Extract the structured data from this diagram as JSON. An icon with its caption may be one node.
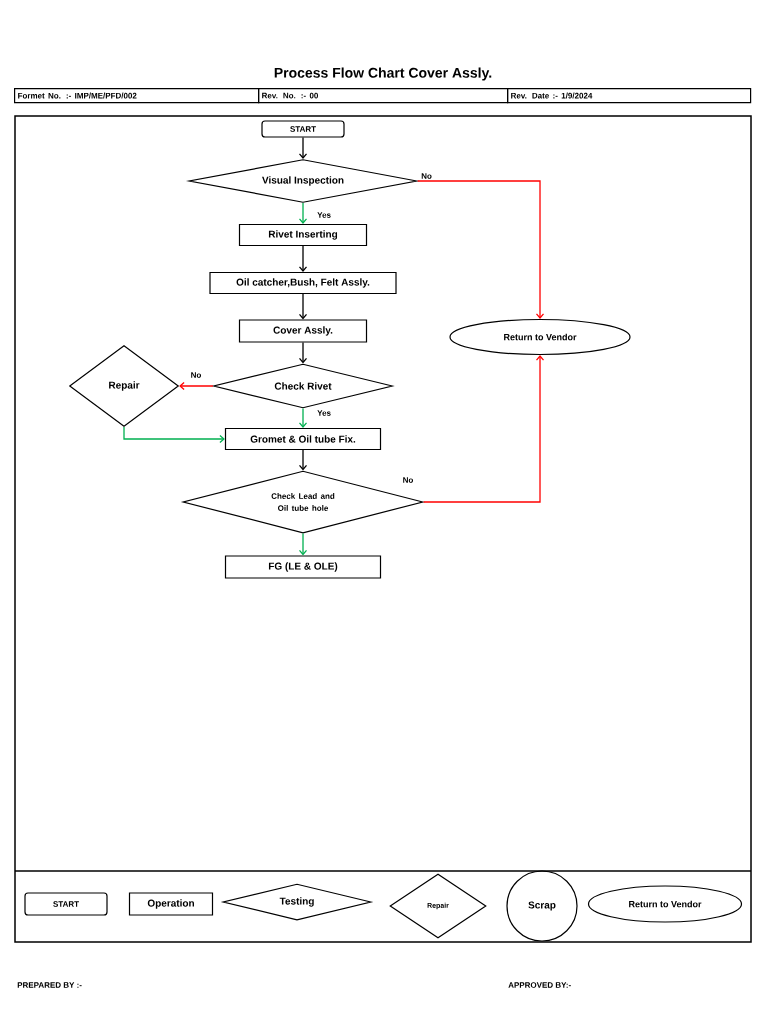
{
  "diagram": {
    "title": "Process Flow Chart Cover Assly.",
    "nodes": [
      {
        "text": [
          "START"
        ]
      },
      {
        "text": [
          "Visual Inspection"
        ]
      },
      {
        "text": [
          "Rivet Inserting"
        ]
      },
      {
        "text": [
          "Oil catcher,Bush, Felt Assly."
        ]
      },
      {
        "text": [
          "Cover Assly."
        ]
      },
      {
        "text": [
          "Return to Vendor"
        ]
      },
      {
        "text": [
          "Repair"
        ]
      },
      {
        "text": [
          "Check Rivet"
        ]
      },
      {
        "text": [
          "Gromet & Oil tube Fix."
        ]
      },
      {
        "text": [
          "Check Lead and Oil tube hole"
        ]
      },
      {
        "text": [
          "FG (LE & OLE)"
        ]
      }
    ],
    "edges": [
      {
        "from": 0,
        "to": 1,
        "arrow": "to"
      },
      {
        "from": 1,
        "to": 2,
        "arrow": "to",
        "label": "Yes",
        "color": "#00b050"
      },
      {
        "from": 1,
        "to": 5,
        "arrow": "to",
        "label": "No",
        "color": "#ff0000"
      },
      {
        "from": 2,
        "to": 3,
        "arrow": "to"
      },
      {
        "from": 3,
        "to": 4,
        "arrow": "to"
      },
      {
        "from": 4,
        "to": 7,
        "arrow": "to"
      },
      {
        "from": 7,
        "to": 6,
        "arrow": "to",
        "label": "No",
        "color": "#ff0000"
      },
      {
        "from": 7,
        "to": 8,
        "arrow": "to",
        "label": "Yes",
        "color": "#00b050"
      },
      {
        "from": 6,
        "to": 8,
        "arrow": "to",
        "color": "#00b050"
      },
      {
        "from": 8,
        "to": 9,
        "arrow": "to"
      },
      {
        "from": 9,
        "to": 5,
        "arrow": "to",
        "label": "No",
        "color": "#ff0000"
      },
      {
        "from": 9,
        "to": 10,
        "arrow": "to",
        "color": "#00b050"
      }
    ],
    "labels": [
      "Formet No. :- IMP/ME/PFD/002",
      "Rev. No. :- 00",
      "Rev. Date :- 1/9/2024",
      "PREPARED BY :-",
      "APPROVED BY:-"
    ],
    "legend": [
      {
        "text": "START"
      },
      {
        "text": "Operation"
      },
      {
        "text": "Testing"
      },
      {
        "text": "Repair"
      },
      {
        "text": "Scrap"
      },
      {
        "text": "Return to Vendor"
      }
    ]
  }
}
